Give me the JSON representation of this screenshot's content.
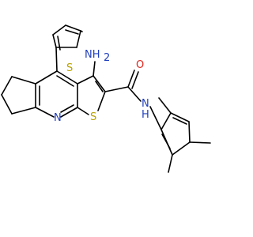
{
  "colors": {
    "bond": "#000000",
    "sulfur": "#b8a200",
    "nitrogen": "#1f3fbf",
    "oxygen": "#e0261e",
    "background": "#ffffff"
  },
  "atoms": {
    "s_thiophene_top": "S",
    "s_thienopyridine": "S",
    "n_pyridine": "N",
    "nh2_label": "NH",
    "nh2_sub": "2",
    "o_carbonyl": "O",
    "n_amide": "N",
    "h_amide": "H"
  }
}
